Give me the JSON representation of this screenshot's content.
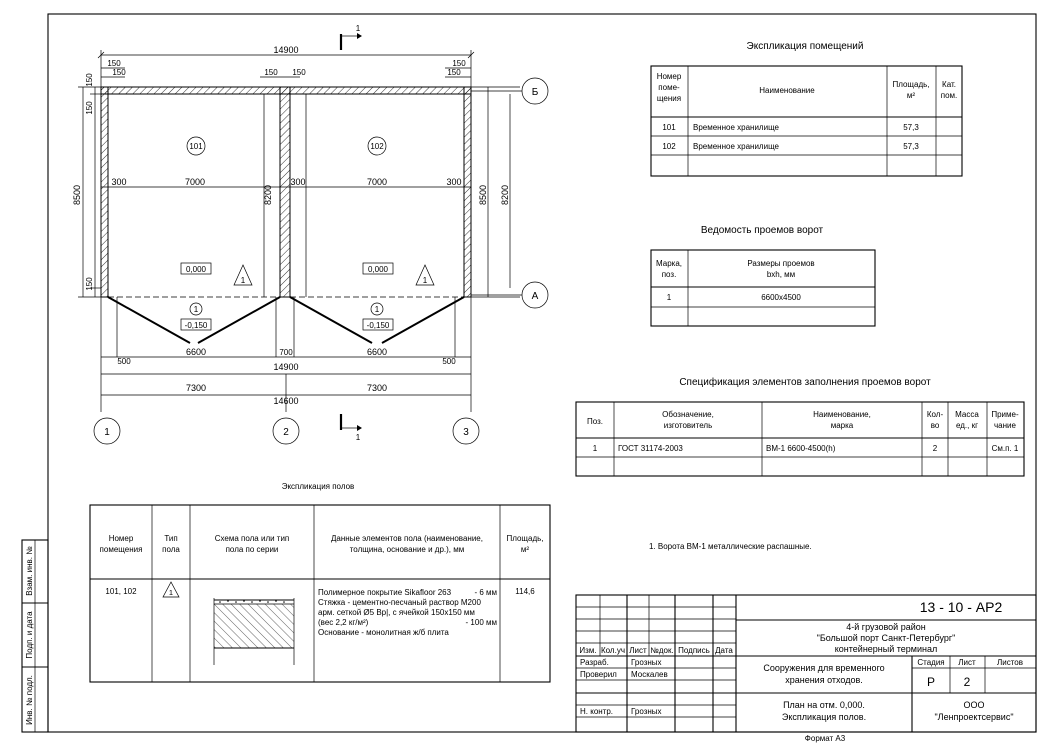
{
  "plan": {
    "overall_top": "14900",
    "top_150": [
      "150",
      "150",
      "150",
      "150",
      "150",
      "150"
    ],
    "left_150": [
      "150",
      "150",
      "150"
    ],
    "height_8500": "8500",
    "height_8200": "8200",
    "right_8500": "8500",
    "right_8200": "8200",
    "inner_300": [
      "300",
      "300",
      "300"
    ],
    "inner_7000": [
      "7000",
      "7000"
    ],
    "rooms": [
      "101",
      "102"
    ],
    "level_0": "0,000",
    "level_neg": "-0,150",
    "floor_mark": "1",
    "triangle_mark": "1",
    "gate_mark": "1",
    "dim_500_left": "500",
    "dim_6600": [
      "6600",
      "6600"
    ],
    "dim_700": "700",
    "dim_500_right": "500",
    "bottom_14900": "14900",
    "dim_7300": [
      "7300",
      "7300"
    ],
    "bottom_14600": "14600",
    "axes_x": [
      "1",
      "2",
      "3"
    ],
    "axes_y": [
      "Б",
      "А"
    ],
    "section": "1"
  },
  "rooms_table": {
    "title": "Экспликация помещений",
    "headers": [
      "Номер поме-щения",
      "Наименование",
      "Площадь, м²",
      "Кат. пом."
    ],
    "rows": [
      [
        "101",
        "Временное хранилище",
        "57,3",
        ""
      ],
      [
        "102",
        "Временное хранилище",
        "57,3",
        ""
      ]
    ]
  },
  "gates_table": {
    "title": "Ведомость проемов ворот",
    "headers": [
      "Марка, поз.",
      "Размеры проемов bxh, мм"
    ],
    "rows": [
      [
        "1",
        "6600x4500"
      ]
    ]
  },
  "spec_table": {
    "title": "Спецификация элементов заполнения проемов ворот",
    "headers": [
      "Поз.",
      "Обозначение, изготовитель",
      "Наименование, марка",
      "Кол-во",
      "Масса ед., кг",
      "Приме-чание"
    ],
    "rows": [
      [
        "1",
        "ГОСТ 31174-2003",
        "ВМ-1 6600-4500(h)",
        "2",
        "",
        "См.п. 1"
      ]
    ]
  },
  "note": "1. Ворота ВМ-1 металлические распашные.",
  "floors_table": {
    "title": "Экспликация полов",
    "headers": [
      "Номер помещения",
      "Тип пола",
      "Схема пола или тип пола по серии",
      "Данные элементов пола (наименование, толщина, основание и др.), мм",
      "Площадь, м²"
    ],
    "row": {
      "rooms": "101, 102",
      "type": "1",
      "lines": [
        [
          "Полимерное покрытие Sikafloor 263",
          "- 6 мм"
        ],
        [
          "Стяжка - цементно-песчаный раствор М200",
          ""
        ],
        [
          "арм. сеткой Ø5 Вр|, с ячейкой 150х150 мм",
          ""
        ],
        [
          "(вес 2,2 кг/м²)",
          "- 100 мм"
        ],
        [
          "Основание - монолитная ж/б плита",
          ""
        ]
      ],
      "area": "114,6"
    }
  },
  "side_stamp": [
    "Взам. инв. №",
    "Подп. и дата",
    "Инв. № подл."
  ],
  "title_block": {
    "code": "13 - 10 - АР2",
    "project": [
      "4-й грузовой район",
      "\"Большой порт Санкт-Петербург\"",
      "контейнерный терминал"
    ],
    "col_headers": [
      "Изм.",
      "Кол.уч",
      "Лист",
      "№док.",
      "Подпись",
      "Дата"
    ],
    "people": [
      [
        "Разраб.",
        "Грозных"
      ],
      [
        "Проверил",
        "Москалев"
      ],
      [
        "Н. контр.",
        "Грозных"
      ]
    ],
    "object": [
      "Сооружения для временного",
      "хранения отходов."
    ],
    "stage_headers": [
      "Стадия",
      "Лист",
      "Листов"
    ],
    "stage": "Р",
    "sheet": "2",
    "sheets": "",
    "sheet_title": [
      "План на отм. 0,000.",
      "Экспликация полов."
    ],
    "company": [
      "ООО",
      "\"Ленпроектсервис\""
    ],
    "format": "Формат А3"
  }
}
